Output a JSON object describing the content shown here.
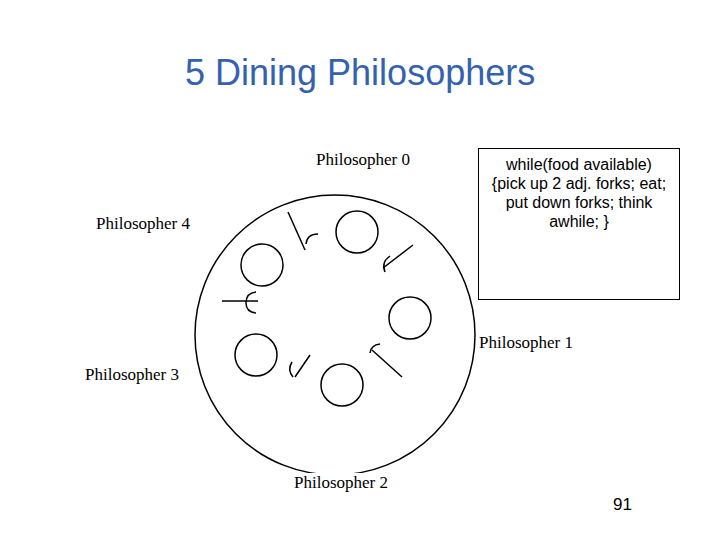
{
  "diagram": {
    "title": "5 Dining Philosophers",
    "nodes": [
      {
        "text": [
          "while(food available) {pick up 2 adj. forks; eat; put down forks; think awhile; }"
        ]
      }
    ],
    "labels": [
      "Philosopher 0",
      "Philosopher 4",
      "Philosopher 1",
      "Philosopher 3",
      "Philosopher 2",
      "91"
    ]
  }
}
